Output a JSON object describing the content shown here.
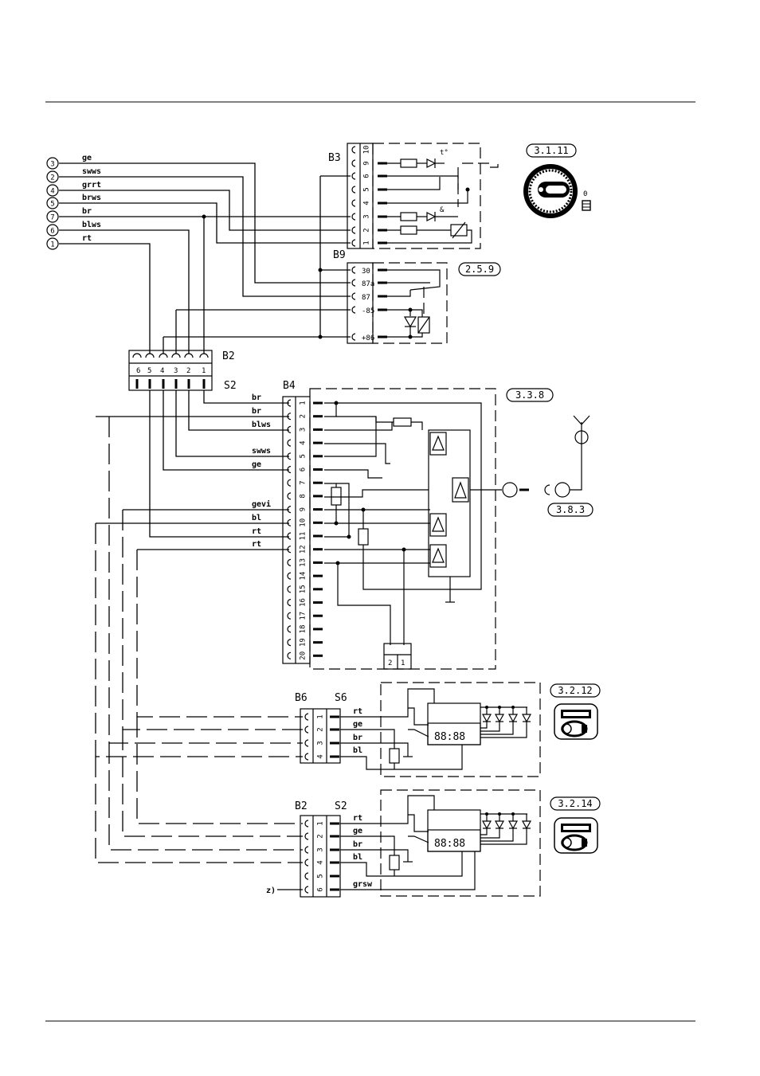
{
  "harness": {
    "connectors": [
      {
        "num": "3",
        "color": "ge"
      },
      {
        "num": "2",
        "color": "swws"
      },
      {
        "num": "4",
        "color": "grrt"
      },
      {
        "num": "5",
        "color": "brws"
      },
      {
        "num": "7",
        "color": "br"
      },
      {
        "num": "6",
        "color": "blws"
      },
      {
        "num": "1",
        "color": "rt"
      }
    ]
  },
  "b3": {
    "name": "B3",
    "pins": [
      "10",
      "9",
      "6",
      "5",
      "4",
      "3",
      "2",
      "1"
    ],
    "sym_t": "t°",
    "sym_s": "&"
  },
  "b9": {
    "name": "B9",
    "pins": [
      "30",
      "87a",
      "87",
      "-85",
      "+86"
    ]
  },
  "b2_top": {
    "name": "B2",
    "pins": [
      "6",
      "5",
      "4",
      "3",
      "2",
      "1"
    ]
  },
  "s2_mid": {
    "name": "S2"
  },
  "b4": {
    "name": "B4",
    "pins": [
      "1",
      "2",
      "3",
      "4",
      "5",
      "6",
      "7",
      "8",
      "9",
      "10",
      "11",
      "12",
      "13",
      "14",
      "15",
      "16",
      "17",
      "18",
      "19",
      "20"
    ],
    "wires": [
      "br",
      "br",
      "blws",
      "",
      "swws",
      "ge",
      "",
      "",
      "gevi",
      "bl",
      "rt",
      "rt"
    ],
    "antenna_pins": [
      "2",
      "1"
    ]
  },
  "b6": {
    "name": "B6",
    "s_name": "S6",
    "pins": [
      "1",
      "2",
      "3",
      "4"
    ],
    "wires": [
      "rt",
      "ge",
      "br",
      "bl"
    ]
  },
  "b2_bot": {
    "name": "B2",
    "s_name": "S2",
    "pins": [
      "1",
      "2",
      "3",
      "4",
      "5",
      "6"
    ],
    "wires": [
      "rt",
      "ge",
      "br",
      "bl",
      "",
      "grsw"
    ],
    "note": "z)"
  },
  "refs": {
    "r1": "3.1.11",
    "r2": "2.5.9",
    "r3": "3.3.8",
    "r4": "3.8.3",
    "r5": "3.2.12",
    "r6": "3.2.14"
  },
  "display": {
    "digits": "88:88"
  },
  "knob": {
    "zero": "0"
  }
}
